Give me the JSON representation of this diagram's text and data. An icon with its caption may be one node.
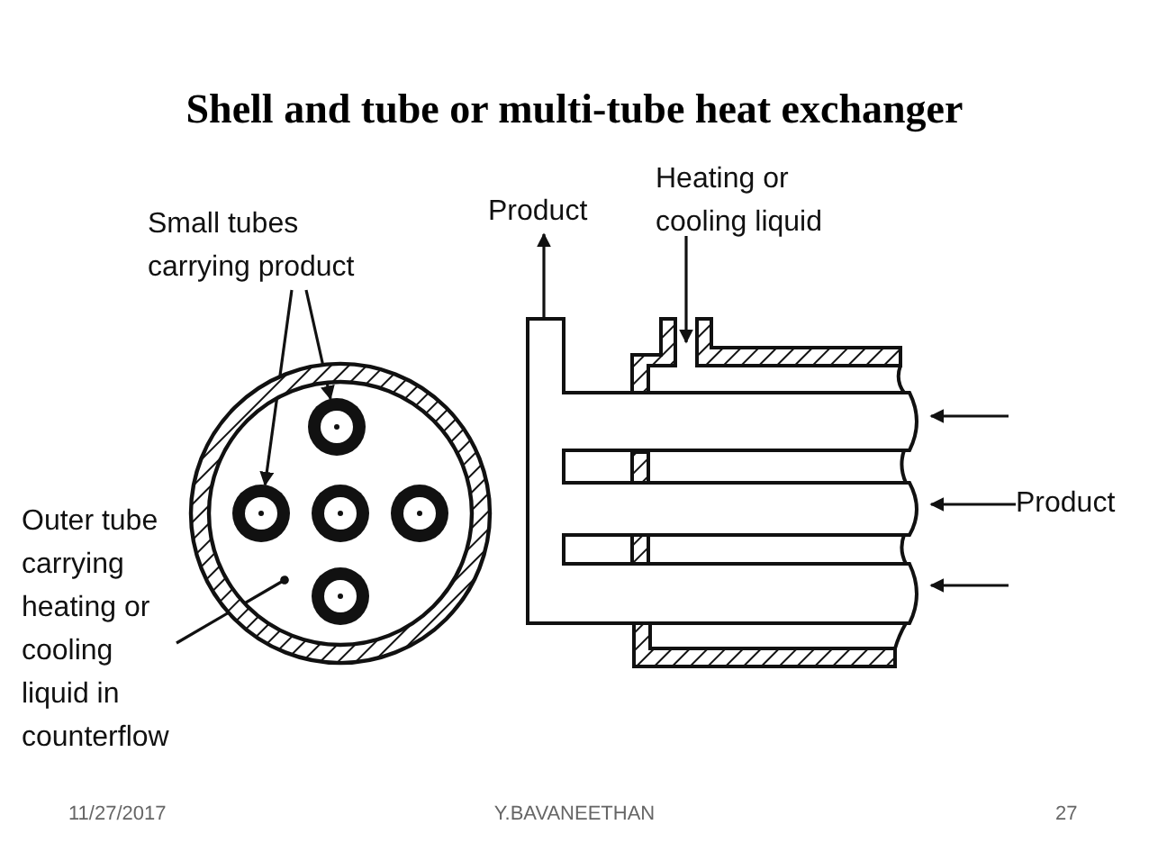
{
  "diagram": {
    "title": "Shell and tube or multi-tube heat exchanger",
    "nodes": [
      {
        "text": [
          "Small tubes carrying product"
        ]
      },
      {
        "text": [],
        "shape": "circle"
      },
      {
        "text": [],
        "shape": "circle",
        "in": 1
      },
      {
        "text": [],
        "shape": "circle",
        "in": 1
      },
      {
        "text": [
          "Outer tube carrying heating or cooling liquid in counterflow"
        ]
      },
      {
        "text": [
          "Product"
        ]
      },
      {
        "text": [
          "Heating or cooling liquid"
        ]
      },
      {
        "text": [],
        "shape": "picture"
      },
      {
        "text": [
          "Product"
        ]
      }
    ],
    "edges": [
      {
        "from": 0,
        "to": 2,
        "arrow": "to"
      },
      {
        "from": 0,
        "to": 3,
        "arrow": "to"
      },
      {
        "from": 4,
        "to": 1,
        "arrow": "other"
      },
      {
        "from": 7,
        "to": 5,
        "arrow": "to"
      },
      {
        "from": 6,
        "to": 7,
        "arrow": "to"
      },
      {
        "from": 8,
        "to": 7,
        "arrow": "to"
      },
      {
        "from": null,
        "to": 7,
        "arrow": "to"
      },
      {
        "from": null,
        "to": 7,
        "arrow": "to"
      }
    ],
    "labels": [
      "11/27/2017",
      "Y.BAVANEETHAN",
      "27"
    ]
  }
}
